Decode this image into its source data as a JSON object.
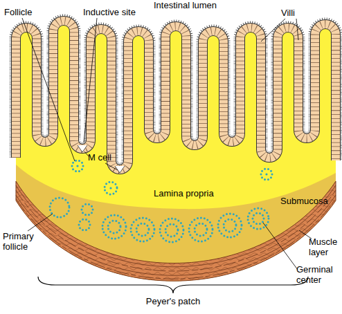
{
  "diagram": {
    "labels": [
      "Intestinal lumen",
      "Follicle",
      "Inductive site",
      "Villi",
      "M cell",
      "Lamina propria",
      "Submucosa",
      "Primary follicle",
      "Muscle layer",
      "Germinal center",
      "Peyer's patch"
    ]
  }
}
